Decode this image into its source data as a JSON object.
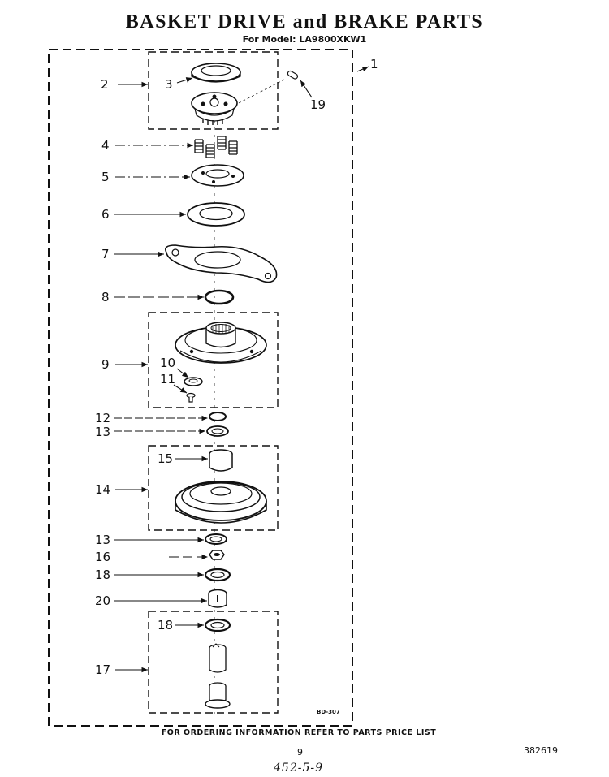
{
  "header": {
    "title": "BASKET DRIVE and BRAKE PARTS",
    "subtitle": "For Model: LA9800XKW1"
  },
  "callouts": {
    "c1": "1",
    "c2": "2",
    "c3": "3",
    "c4": "4",
    "c5": "5",
    "c6": "6",
    "c7": "7",
    "c8": "8",
    "c9": "9",
    "c10": "10",
    "c11": "11",
    "c12": "12",
    "c13a": "13",
    "c13b": "13",
    "c14": "14",
    "c15": "15",
    "c16": "16",
    "c17": "17",
    "c18a": "18",
    "c18b": "18",
    "c19": "19",
    "c20": "20"
  },
  "figure_code": "BD-307",
  "footer": {
    "ordering_note": "FOR ORDERING INFORMATION REFER TO PARTS PRICE LIST",
    "page_number": "9",
    "document_number": "382619",
    "handwritten_note": "452-5-9"
  }
}
